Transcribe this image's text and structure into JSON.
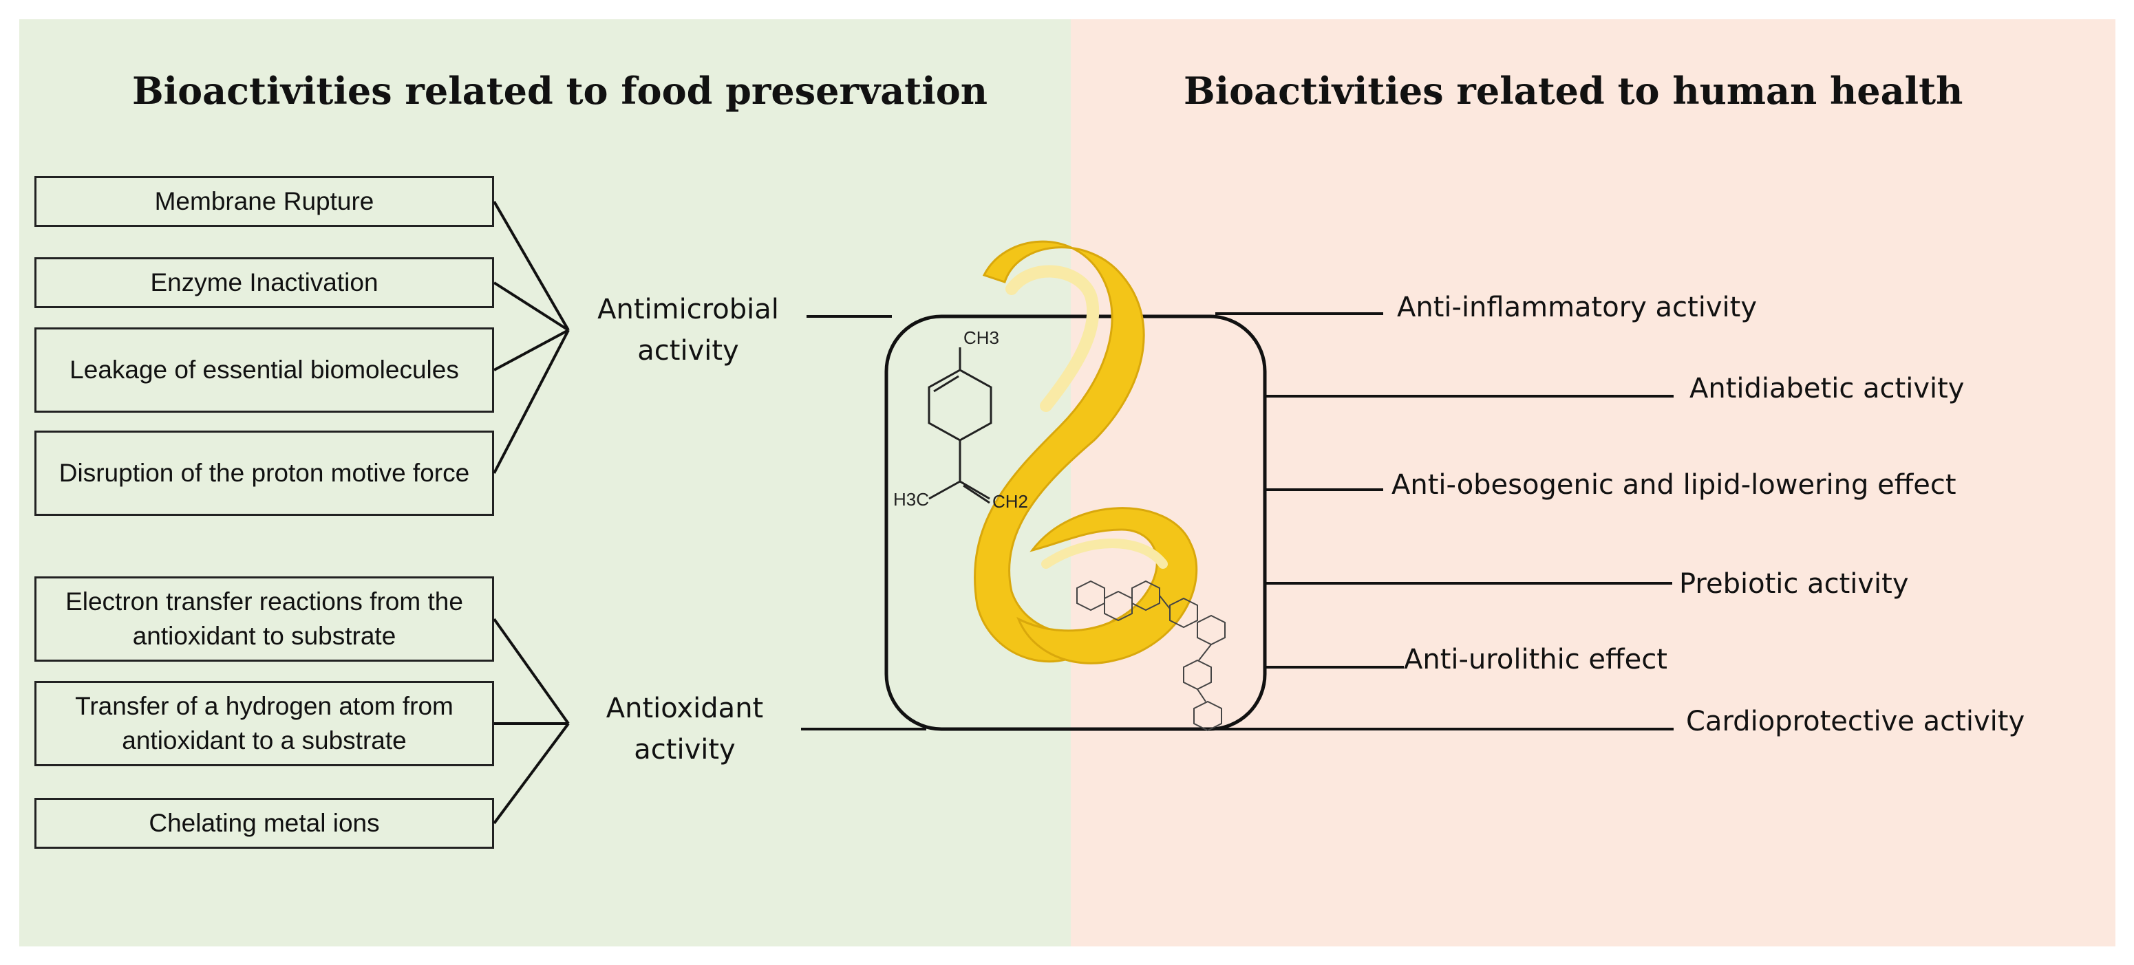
{
  "colors": {
    "left_panel_bg": "#e7f0de",
    "right_panel_bg": "#fce8de",
    "peel_yellow": "#f3c518",
    "line": "#111111"
  },
  "headings": {
    "left": "Bioactivities related to food preservation",
    "right": "Bioactivities related to human health"
  },
  "left": {
    "antimicrobial": {
      "label": "Antimicrobial activity",
      "mechanisms": [
        "Membrane Rupture",
        "Enzyme Inactivation",
        "Leakage of essential biomolecules",
        "Disruption of the proton motive force"
      ]
    },
    "antioxidant": {
      "label": "Antioxidant activity",
      "mechanisms": [
        "Electron transfer reactions from the antioxidant to substrate",
        "Transfer of a hydrogen atom from antioxidant to a substrate",
        "Chelating metal ions"
      ]
    }
  },
  "right": {
    "activities": [
      "Anti-inflammatory  activity",
      "Antidiabetic activity",
      "Anti-obesogenic and lipid-lowering effect",
      "Prebiotic activity",
      "Anti-urolithic effect",
      "Cardioprotective activity"
    ]
  },
  "molecule": {
    "labels": [
      "CH3",
      "H3C",
      "CH2"
    ]
  }
}
